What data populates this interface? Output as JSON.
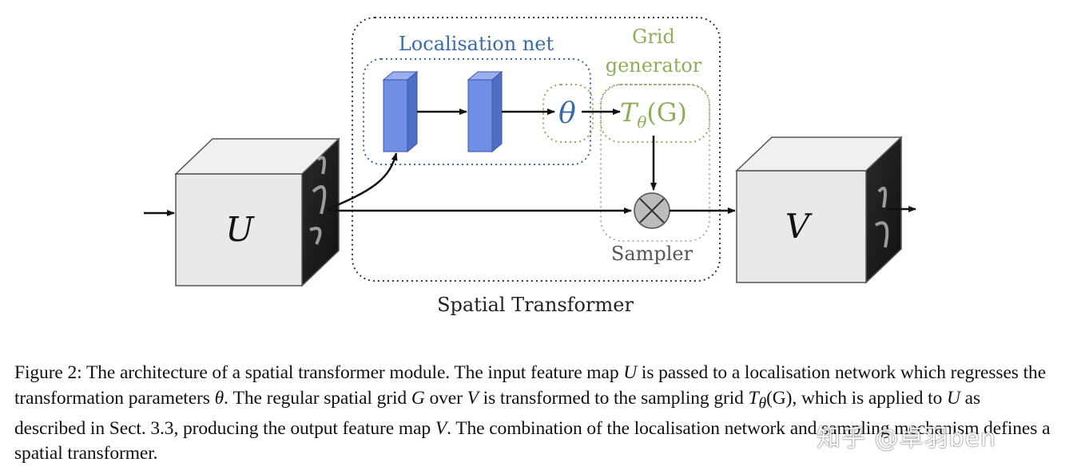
{
  "diagram": {
    "localisation_label": "Localisation net",
    "grid_label_line1": "Grid",
    "grid_label_line2": "generator",
    "theta_symbol": "θ",
    "grid_func_main": "T",
    "grid_func_sub": "θ",
    "grid_func_arg": "(G)",
    "input_cube_label": "U",
    "output_cube_label": "V",
    "sampler_label": "Sampler",
    "module_label": "Spatial Transformer",
    "colors": {
      "localisation": "#3b6aa8",
      "grid": "#8fad5a",
      "layer_fill": "#6f8fe6",
      "layer_side": "#4f6fc4"
    }
  },
  "caption": {
    "lead": "Figure 2:",
    "seg1": " The architecture of a spatial transformer module. The input feature map ",
    "U": "U",
    "seg2": " is passed to a localisation network which regresses the transformation parameters ",
    "theta": "θ",
    "seg3": ". The regular spatial grid ",
    "G": "G",
    "seg4": " over ",
    "V": "V",
    "seg5": " is transformed to the sampling grid ",
    "T": "T",
    "Tsub": "θ",
    "Targ": "(G)",
    "seg6": ", which is applied to ",
    "U2": "U",
    "seg7": " as described in Sect. 3.3, producing the output feature map ",
    "V2": "V",
    "seg8": ". The combination of the localisation network and sampling mechanism defines a spatial transformer."
  },
  "watermark": "知乎 @卓羽ben"
}
